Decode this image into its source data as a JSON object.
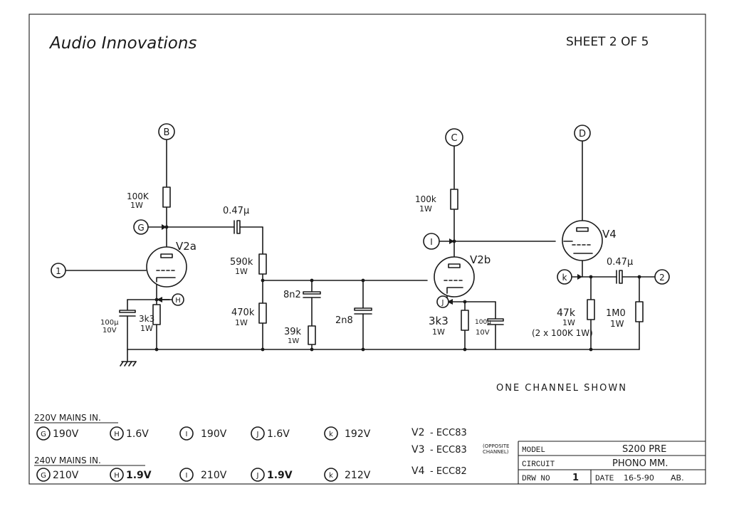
{
  "header": {
    "brand": "Audio Innovations",
    "sheet": "SHEET 2 OF 5"
  },
  "nodes": {
    "B": "B",
    "C": "C",
    "D": "D",
    "G": "G",
    "H": "H",
    "I": "I",
    "J": "J",
    "K": "k",
    "in": "1",
    "out": "2"
  },
  "tubes": {
    "v2a": "V2a",
    "v2b": "V2b",
    "v4": "V4"
  },
  "components": {
    "r1": {
      "value": "100K",
      "rating": "1W"
    },
    "c1": "0.47µ",
    "r2": {
      "value": "590k",
      "rating": "1W"
    },
    "r3": {
      "value": "470k",
      "rating": "1W"
    },
    "c2": "8n2",
    "r4": {
      "value": "39k",
      "rating": "1W"
    },
    "c3": "2n8",
    "c_cath_a": {
      "value": "100µ",
      "rating": "10V"
    },
    "r_cath_a": {
      "value": "3k3",
      "rating": "1W"
    },
    "r5": {
      "value": "100k",
      "rating": "1W"
    },
    "r_cath_b": {
      "value": "3k3",
      "rating": "1W"
    },
    "c_cath_b": {
      "value": "100µ",
      "rating": "10V"
    },
    "c4": "0.47µ",
    "r6": {
      "value": "47k",
      "rating": "1W",
      "note": "(2 x 100K 1W)"
    },
    "r7": {
      "value": "1M0",
      "rating": "1W"
    }
  },
  "channel_note": "ONE CHANNEL SHOWN",
  "voltages": {
    "mains220": {
      "title": "220V MAINS IN.",
      "items": [
        {
          "node": "G",
          "value": "190V"
        },
        {
          "node": "H",
          "value": "1.6V"
        },
        {
          "node": "I",
          "value": "190V"
        },
        {
          "node": "J",
          "value": "1.6V"
        },
        {
          "node": "k",
          "value": "192V"
        }
      ]
    },
    "mains240": {
      "title": "240V MAINS IN.",
      "items": [
        {
          "node": "G",
          "value": "210V"
        },
        {
          "node": "H",
          "value": "1.9V"
        },
        {
          "node": "I",
          "value": "210V"
        },
        {
          "node": "J",
          "value": "1.9V"
        },
        {
          "node": "k",
          "value": "212V"
        }
      ]
    }
  },
  "tube_types": {
    "v2": {
      "tube": "V2",
      "type": "- ECC83"
    },
    "v3": {
      "tube": "V3",
      "type": "- ECC83",
      "note1": "(OPPOSITE",
      "note2": "CHANNEL)"
    },
    "v4": {
      "tube": "V4",
      "type": "- ECC82"
    }
  },
  "title_block": {
    "model_label": "MODEL",
    "model_value": "S200 PRE",
    "circuit_label": "CIRCUIT",
    "circuit_value": "PHONO MM.",
    "drw_label": "DRW NO",
    "drw_value": "1",
    "date_label": "DATE",
    "date_value": "16-5-90",
    "initials": "AB."
  }
}
